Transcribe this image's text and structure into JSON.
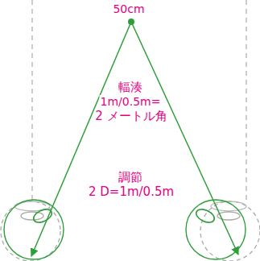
{
  "diagram": {
    "labels": [
      "50cm",
      "輻湊",
      "1m/0.5m=",
      "2 メートル角",
      "調節",
      "2 D=1m/0.5m"
    ]
  }
}
